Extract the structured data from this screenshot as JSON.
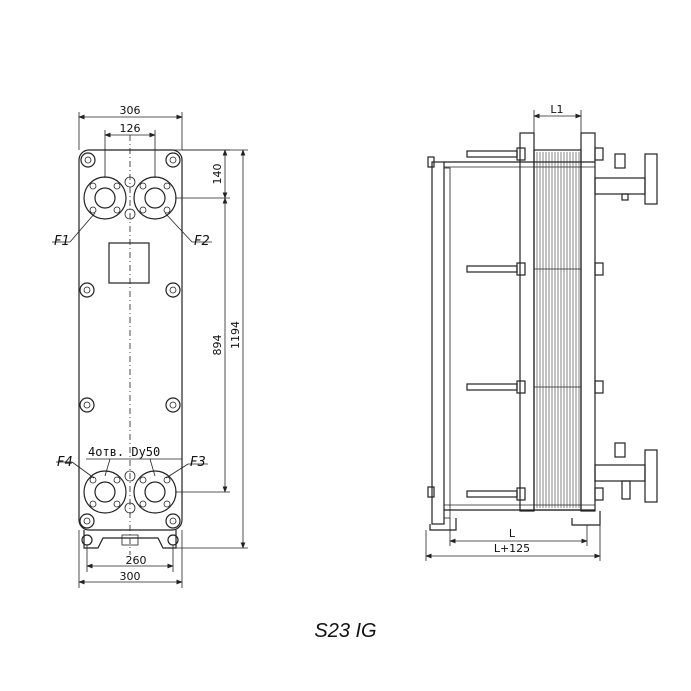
{
  "dimensions": {
    "width_top": "306",
    "port_spacing": "126",
    "top_offset": "140",
    "overall_height": "1194",
    "port_vertical": "894",
    "foot_spacing": "260",
    "width_bottom": "300",
    "plate_pack": "L1",
    "frame_length": "L",
    "total_length": "L+125"
  },
  "ports": {
    "f1": "F1",
    "f2": "F2",
    "f3": "F3",
    "f4": "F4",
    "note": "4отв. Dy50"
  },
  "caption": "S23 IG"
}
